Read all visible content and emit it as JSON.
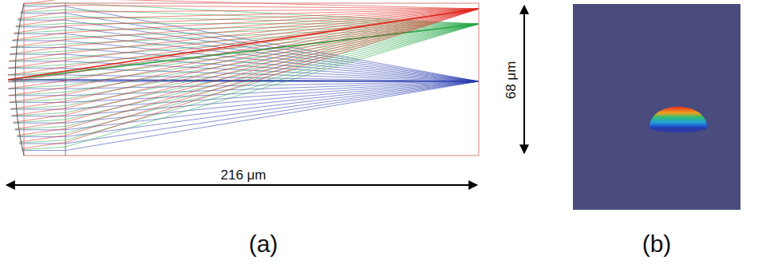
{
  "diagram": {
    "labels": [
      "216 μm",
      "68 μm",
      "(a)",
      "(b)"
    ]
  }
}
